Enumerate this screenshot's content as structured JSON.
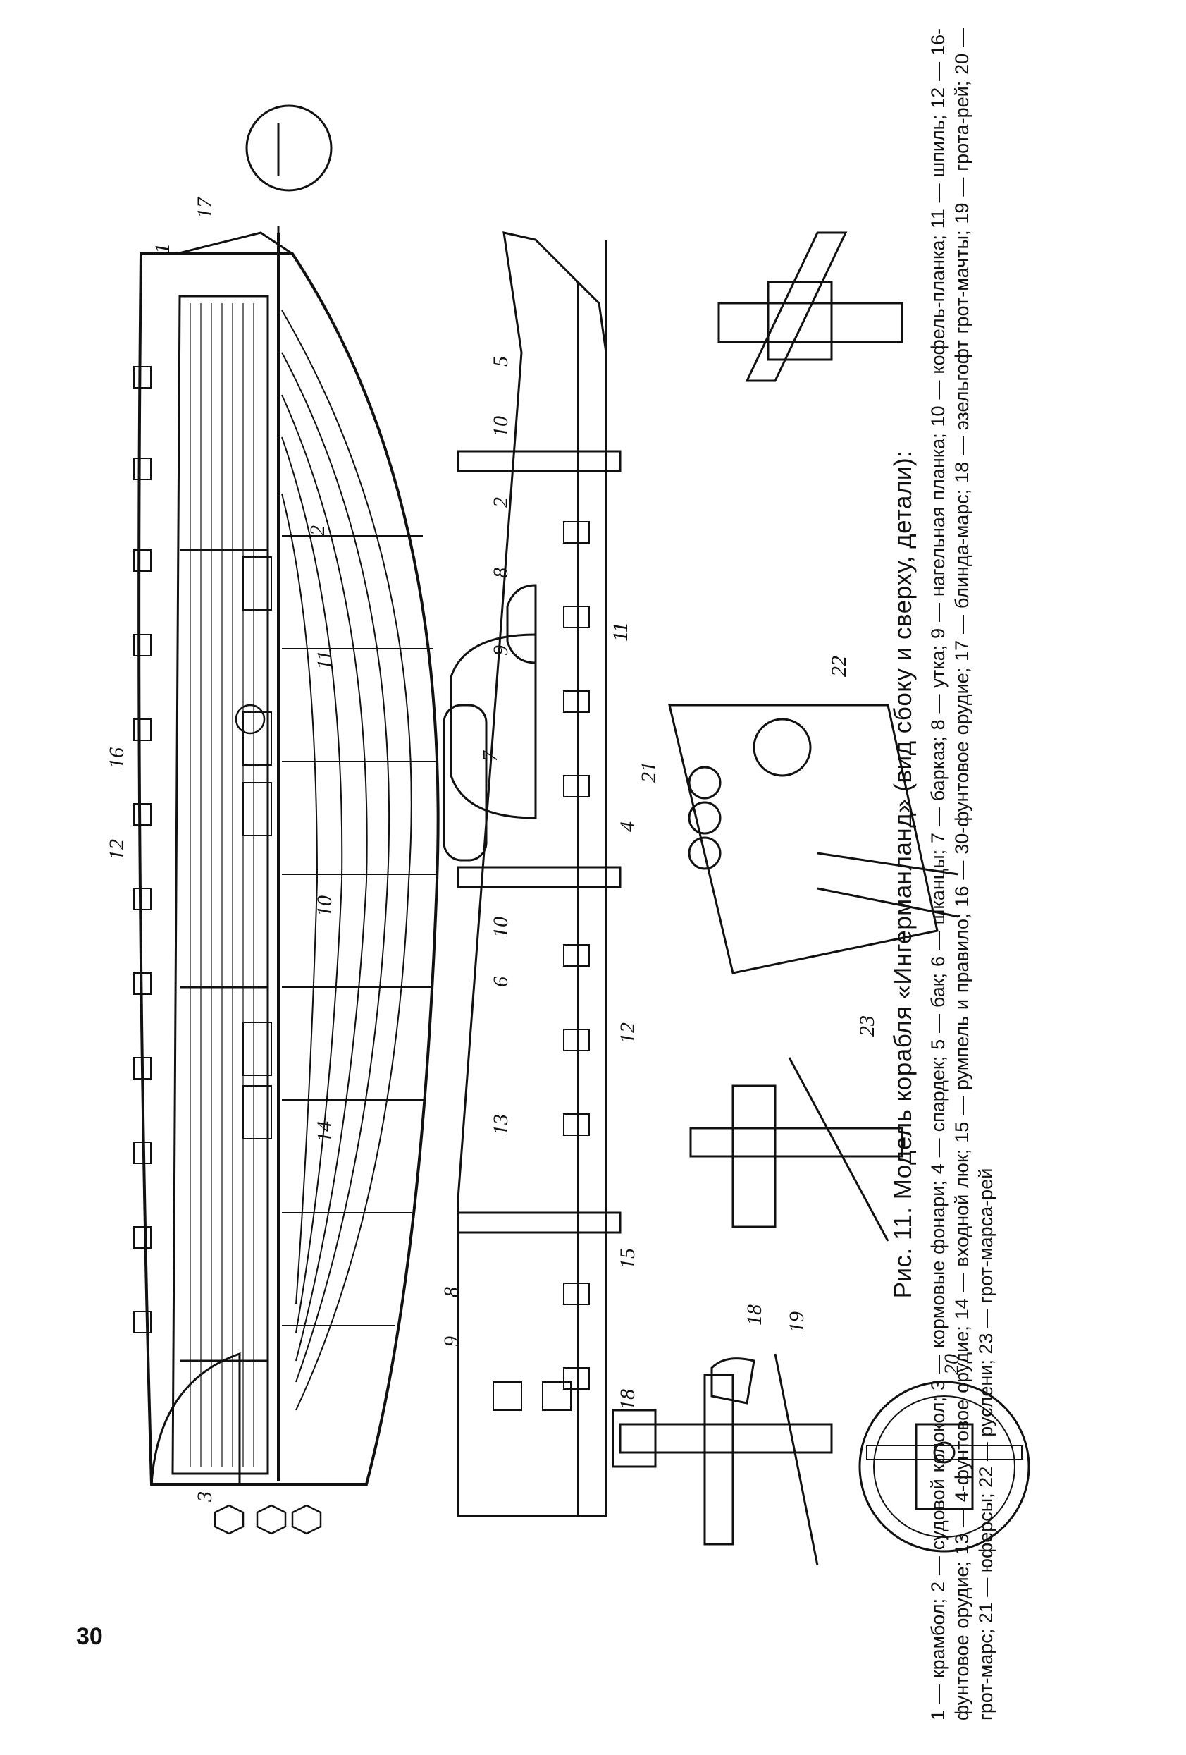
{
  "page": {
    "number": "30"
  },
  "caption": {
    "title": "Рис. 11. Модель корабля «Ингерманланд» (вид сбоку и сверху, детали):",
    "legend": "1 — крамбол; 2 — судовой колокол; 3 — кормовые фонари; 4 — спардек; 5 — бак; 6 — шканцы; 7 — барказ; 8 — утка; 9 — нагельная планка; 10 — кофель-планка; 11 — шпиль; 12 — 16-фунтовое орудие; 13 — 4-фунтовое орудие; 14 — входной люк; 15 — румпель и правило; 16 — 30-фунтовое орудие; 17 — блинда-марс; 18 — эзельгофт грот-мачты; 19 — грота-рей; 20 — грот-марс; 21 — юферсы; 22 — руслени; 23 — грот-марса-рей"
  },
  "callouts": {
    "n1": "1",
    "n2": "2",
    "n3": "3",
    "n4": "4",
    "n5": "5",
    "n6": "6",
    "n7": "7",
    "n8": "8",
    "n9": "9",
    "n10": "10",
    "n11": "11",
    "n12": "12",
    "n13": "13",
    "n14": "14",
    "n15": "15",
    "n16": "16",
    "n17": "17",
    "n18": "18",
    "n19": "19",
    "n20": "20",
    "n21": "21",
    "n22": "22",
    "n23": "23"
  }
}
